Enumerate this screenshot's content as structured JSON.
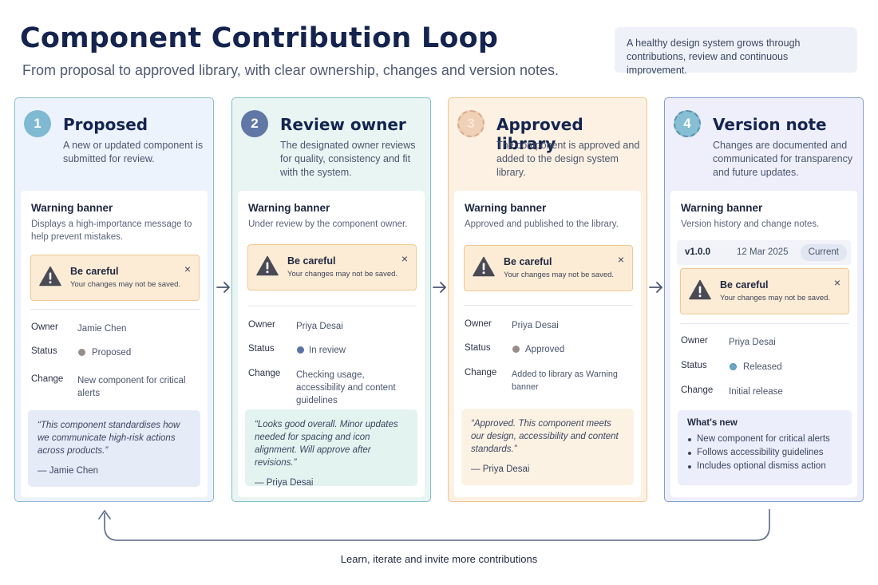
{
  "header": {
    "title": "Component Contribution Loop",
    "subtitle": "From proposal to approved library, with clear ownership, changes and version notes.",
    "note": "A healthy design system grows through contributions, review and continuous improvement."
  },
  "labels": {
    "component": "Warning banner",
    "owner": "Owner",
    "status": "Status",
    "change": "Change"
  },
  "alert": {
    "title": "Be careful",
    "text": "Your changes may not be saved.",
    "close": "×"
  },
  "steps": [
    {
      "number": "1",
      "title": "Proposed",
      "description": "A new or updated component is submitted for review.",
      "card_text": "Displays a high-importance message to help prevent mistakes.",
      "owner": "Jamie Chen",
      "status": "Proposed",
      "change": "New component for critical alerts",
      "quote": "“This component standardises how we communicate high-risk actions across products.”",
      "quote_author": "— Jamie Chen"
    },
    {
      "number": "2",
      "title": "Review owner",
      "description": "The designated owner reviews for quality, consistency and fit with the system.",
      "card_text": "Under review by the component owner.",
      "owner": "Priya Desai",
      "status": "In review",
      "change": "Checking usage, accessibility and content guidelines",
      "quote": "“Looks good overall. Minor updates needed for spacing and icon alignment. Will approve after revisions.”",
      "quote_author": "— Priya Desai"
    },
    {
      "number": "3",
      "title": "Approved library",
      "description": "The component is approved and added to the design system library.",
      "card_text": "Approved and published to the library.",
      "owner": "Priya Desai",
      "status": "Approved",
      "change": "Added to library as Warning banner",
      "quote": "“Approved. This component meets our design, accessibility and content standards.”",
      "quote_author": "— Priya Desai"
    },
    {
      "number": "4",
      "title": "Version note",
      "description": "Changes are documented and communicated for transparency and future updates.",
      "card_text": "Version history and change notes.",
      "version": "v1.0.0",
      "date": "12 Mar 2025",
      "badge": "Current",
      "owner": "Priya Desai",
      "status": "Released",
      "change": "Initial release",
      "whats_new_title": "What's new",
      "whats_new": [
        "New component for critical alerts",
        "Follows accessibility guidelines",
        "Includes optional dismiss action"
      ]
    }
  ],
  "status_colors": {
    "proposed": "#9a8c8c",
    "in_review": "#5a72a8",
    "approved": "#9a8c8c",
    "released": "#6aa8c4"
  },
  "loop_label": "Learn, iterate and invite more contributions"
}
